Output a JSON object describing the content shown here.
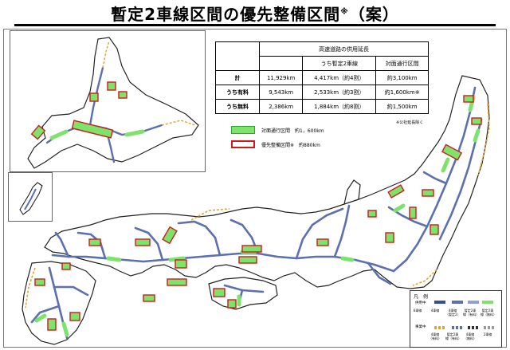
{
  "title": "暫定2車線区間の優先整備区間",
  "title_mark": "※",
  "title_suffix": "（案）",
  "table": {
    "header_group": "高速道路の供用延長",
    "columns": [
      "うち暫定2車線",
      "対面通行区間"
    ],
    "rows": [
      {
        "label": "計",
        "total": "11,929km",
        "provisional": "4,417km（約4割）",
        "face_to_face": "約3,100km"
      },
      {
        "label": "うち有料",
        "total": "9,543km",
        "provisional": "2,533km（約3割）",
        "face_to_face": "約1,600km※"
      },
      {
        "label": "うち無料",
        "total": "2,386km",
        "provisional": "1,884km（約8割）",
        "face_to_face": "約1,500km"
      }
    ],
    "note": "※公社延長除く"
  },
  "legend": {
    "face_to_face": "対面通行区間　約1，600km",
    "priority": "優先整備区間※　約880km"
  },
  "hanrei": {
    "title": "凡　例",
    "group1": "供用中",
    "group2": "事業中",
    "items_top": [
      "6車線",
      "4車線",
      "4車線（暫定2）",
      "暫定2車線（有料）",
      "暫定2車線（無料）"
    ],
    "items_bottom": [
      "4車線（有料）",
      "暫定2車線（有料）",
      "4車線（無料）",
      "2車線"
    ]
  },
  "colors": {
    "expressway": "#5c6fae",
    "priority": "#d11b1b",
    "face_to_face": "#7ee36b",
    "coast": "#222222",
    "under_construction": "#e8a030"
  }
}
